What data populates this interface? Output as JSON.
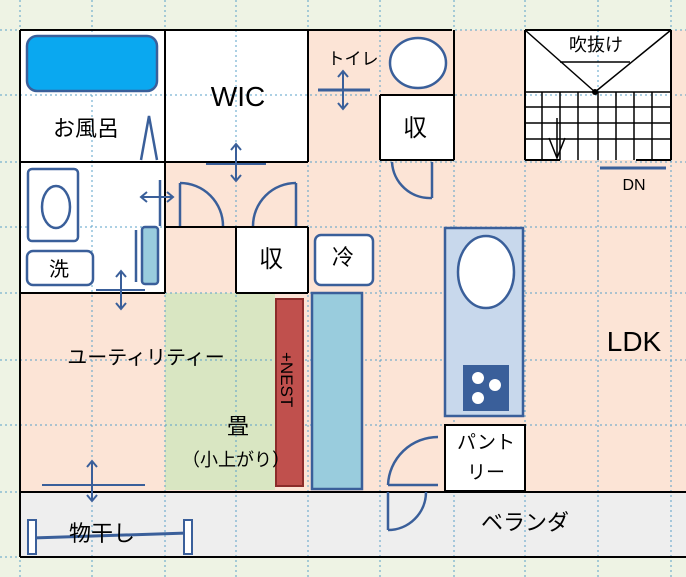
{
  "colors": {
    "background": "#eef3e4",
    "grid": "#5aa0c8",
    "wall": "#000000",
    "floor_wood": "#fce4d6",
    "floor_white": "#ffffff",
    "tatami": "#d9e6c2",
    "veranda": "#eeeeee",
    "bathtub": "#0aa8f0",
    "counter": "#99ccdd",
    "kitchen_island": "#c8d8ec",
    "nest_unit": "#c0504d",
    "fixture_stroke": "#3a5f9a"
  },
  "labels": {
    "bath": "お風呂",
    "wic": "WIC",
    "toilet": "トイレ",
    "storage_1": "収",
    "storage_2": "収",
    "fridge": "冷",
    "washer": "洗",
    "fukinuke": "吹抜け",
    "dn": "DN",
    "utility": "ユーティリティー",
    "nest": "+NEST",
    "tatami": "畳",
    "tatami_sub": "（小上がり）",
    "pantry_line1": "パント",
    "pantry_line2": "リー",
    "ldk": "LDK",
    "veranda": "ベランダ",
    "drying": "物干し"
  },
  "icons": [
    "double-arrow-icon",
    "swing-door-icon",
    "stair-arrow-icon",
    "sink-icon",
    "stove-icon",
    "toilet-bowl-icon",
    "washbasin-icon",
    "bathtub-icon",
    "drying-pole-icon"
  ]
}
